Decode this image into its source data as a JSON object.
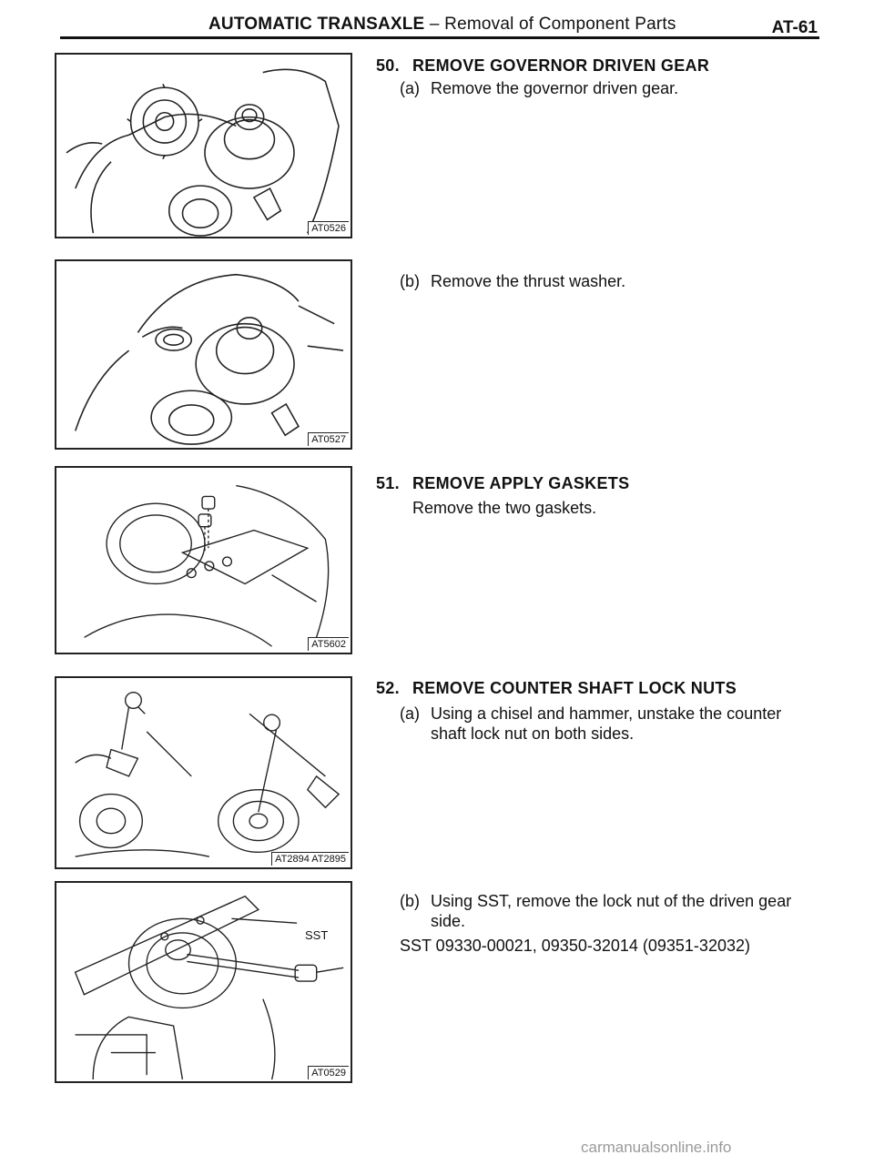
{
  "header": {
    "title_bold": "AUTOMATIC TRANSAXLE",
    "title_rest": " – Removal of Component Parts",
    "page": "AT-61"
  },
  "figures": [
    {
      "code": "AT0526"
    },
    {
      "code": "AT0527"
    },
    {
      "code": "AT5602"
    },
    {
      "code": "AT2894 AT2895"
    },
    {
      "code": "AT0529",
      "callout": "SST"
    }
  ],
  "steps": {
    "s50": {
      "num": "50.",
      "title": "REMOVE GOVERNOR DRIVEN GEAR",
      "a_label": "(a)",
      "a_text": "Remove the governor driven gear.",
      "b_label": "(b)",
      "b_text": "Remove the thrust washer."
    },
    "s51": {
      "num": "51.",
      "title": "REMOVE APPLY GASKETS",
      "text": "Remove the two gaskets."
    },
    "s52": {
      "num": "52.",
      "title": "REMOVE COUNTER SHAFT LOCK NUTS",
      "a_label": "(a)",
      "a_line1": "Using a chisel and hammer, unstake the counter",
      "a_line2": "shaft lock nut on both sides.",
      "b_label": "(b)",
      "b_line1": "Using SST, remove the lock nut of the driven gear",
      "b_line2": "side.",
      "sst": "SST 09330-00021, 09350-32014 (09351-32032)"
    }
  },
  "watermark": "carmanualsonline.info"
}
